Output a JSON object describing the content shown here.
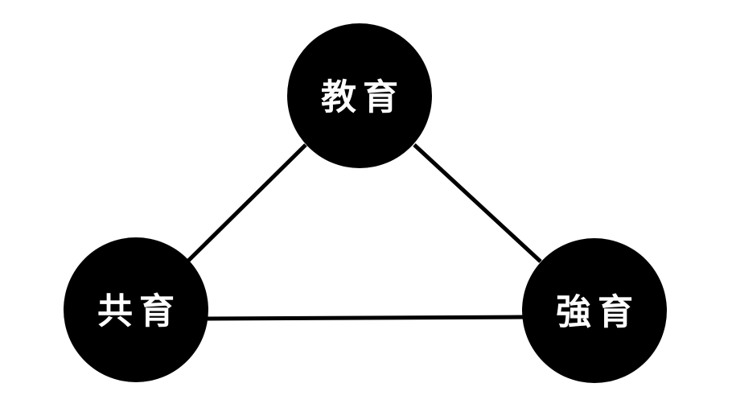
{
  "diagram": {
    "nodes": {
      "top": {
        "label": "教育"
      },
      "left": {
        "label": "共育"
      },
      "right": {
        "label": "強育"
      }
    },
    "colors": {
      "node_fill": "#000000",
      "label_text": "#ffffff",
      "edge_stroke": "#000000",
      "background": "#ffffff"
    }
  }
}
